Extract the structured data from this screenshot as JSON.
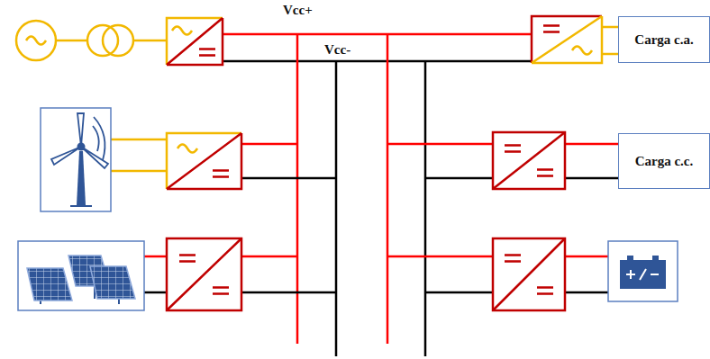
{
  "diagram": {
    "nodes": [
      {
        "text": [
          "Carga c.a."
        ]
      },
      {
        "text": [
          "Carga c.c."
        ]
      }
    ],
    "labels": [
      "Vcc+",
      "Vcc-"
    ]
  }
}
